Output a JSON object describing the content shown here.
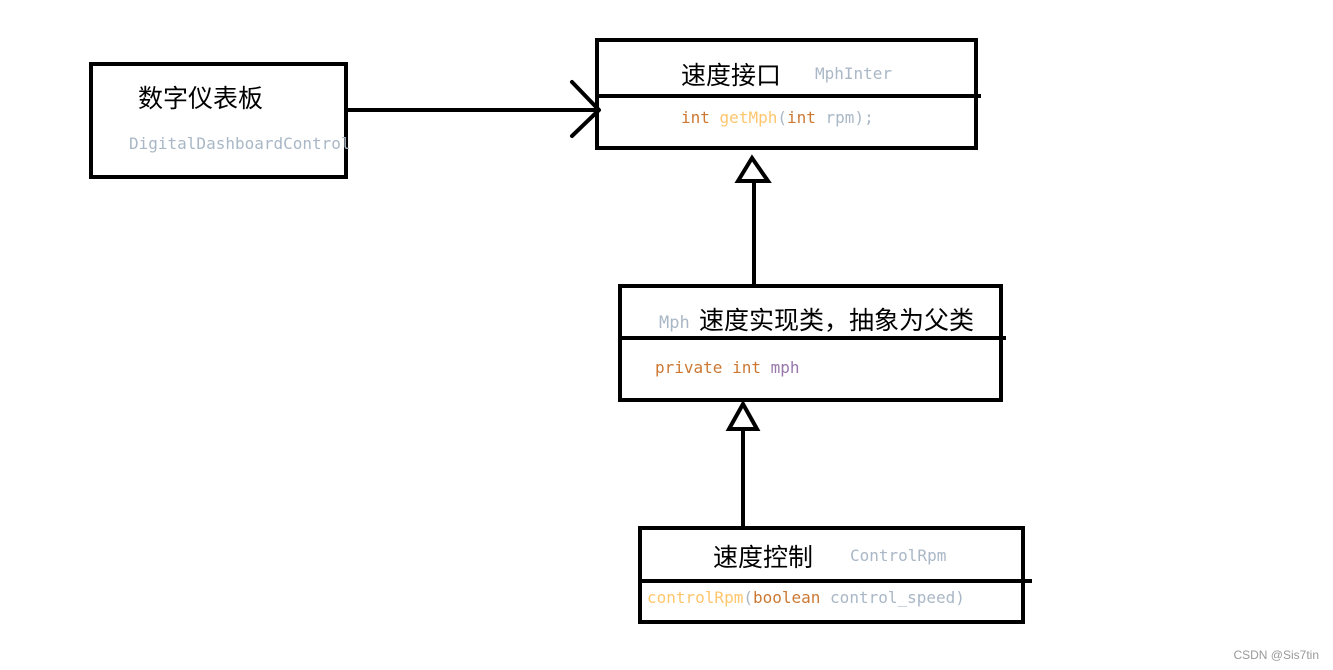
{
  "dashboard": {
    "title": "数字仪表板",
    "class_name": "DigitalDashboardControl"
  },
  "interface": {
    "title": "速度接口",
    "class_name": "MphInter",
    "method": {
      "ret": "int",
      "name": "getMph",
      "open": "(",
      "ptype": "int",
      "pname": "rpm",
      "close": ");"
    }
  },
  "impl": {
    "class_name": "Mph",
    "title": "速度实现类，抽象为父类",
    "field": {
      "modifier": "private",
      "type": "int",
      "name": "mph"
    }
  },
  "control": {
    "title": "速度控制",
    "class_name": "ControlRpm",
    "method": {
      "name": "controlRpm",
      "open": "(",
      "ptype": "boolean",
      "pname": "control_speed",
      "close": ")"
    }
  },
  "footer": "CSDN @Sis7tin"
}
